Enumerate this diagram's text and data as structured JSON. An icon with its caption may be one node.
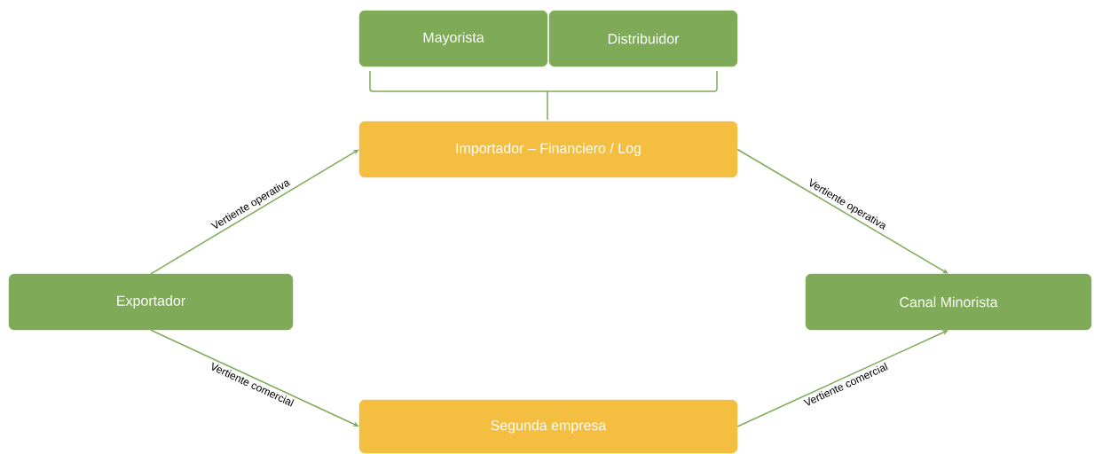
{
  "diagram": {
    "nodes": [
      {
        "text": [
          "Mayorista"
        ]
      },
      {
        "text": [
          "Distribuidor"
        ]
      },
      {
        "text": [
          "Importador – Financiero / Log"
        ]
      },
      {
        "text": [
          "Exportador"
        ]
      },
      {
        "text": [
          "Canal Minorista"
        ]
      },
      {
        "text": [
          "Segunda empresa"
        ]
      }
    ],
    "edges": [
      {
        "from": 3,
        "to": 2,
        "arrow": "to",
        "label": "Vertiente operativa"
      },
      {
        "from": 2,
        "to": 4,
        "arrow": "to",
        "label": "Vertiente operativa"
      },
      {
        "from": 3,
        "to": 5,
        "arrow": "to",
        "label": "Vertiente comercial"
      },
      {
        "from": 5,
        "to": 4,
        "arrow": "to",
        "label": "Vertiente comercial"
      }
    ]
  }
}
